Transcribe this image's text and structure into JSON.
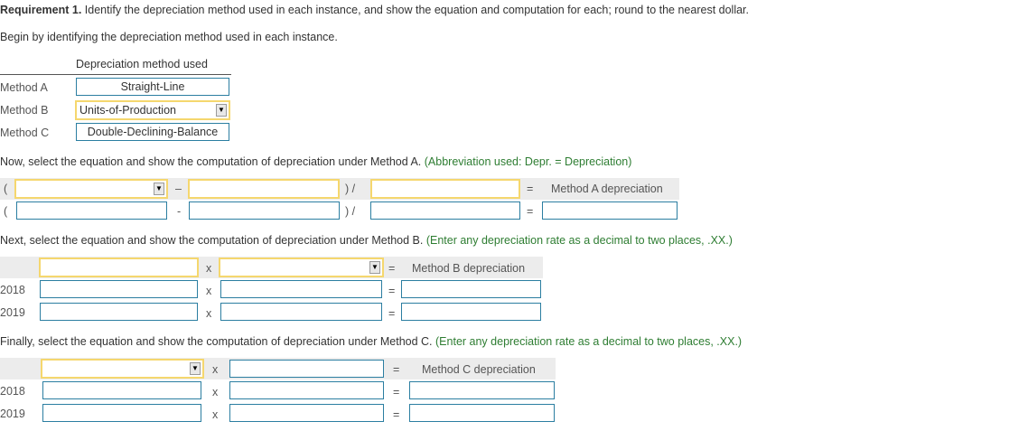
{
  "req": {
    "bold": "Requirement 1.",
    "text": " Identify the depreciation method used in each instance, and show the equation and computation for each; round to the nearest dollar."
  },
  "intro": "Begin by identifying the depreciation method used in each instance.",
  "methods": {
    "header": "Depreciation method used",
    "rows": [
      {
        "label": "Method A",
        "value": "Straight-Line"
      },
      {
        "label": "Method B",
        "value": "Units-of-Production"
      },
      {
        "label": "Method C",
        "value": "Double-Declining-Balance"
      }
    ]
  },
  "sectionA": {
    "text": "Now, select the equation and show the computation of depreciation under Method A.",
    "hint": " (Abbreviation used: Depr. = Depreciation)",
    "result_label": "Method A depreciation"
  },
  "sectionB": {
    "text": "Next, select the equation and show the computation of depreciation under Method B.",
    "hint": " (Enter any depreciation rate as a decimal to two places, .XX.)",
    "result_label": "Method B depreciation",
    "years": [
      "2018",
      "2019"
    ]
  },
  "sectionC": {
    "text": "Finally, select the equation and show the computation of depreciation under Method C.",
    "hint": " (Enter any depreciation rate as a decimal to two places, .XX.)",
    "result_label": "Method C depreciation",
    "years": [
      "2018",
      "2019"
    ]
  },
  "ops": {
    "paren_open": "(",
    "minus": "–",
    "minus2": "-",
    "close_div": ")  /",
    "equals": "=",
    "times": "x"
  },
  "icons": {
    "dropdown": "▼"
  }
}
